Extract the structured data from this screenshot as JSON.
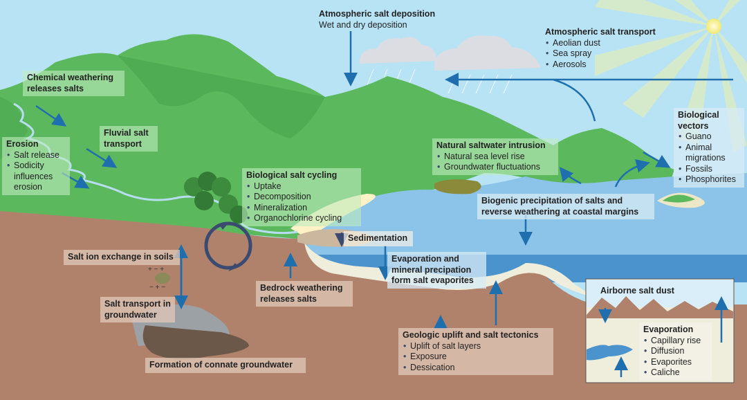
{
  "diagram": {
    "title": "Natural salt cycle processes",
    "labels": {
      "atmospheric_deposition": {
        "title": "Atmospheric salt deposition",
        "subtitle": "Wet and dry deposition"
      },
      "atmospheric_transport": {
        "title": "Atmospheric salt transport",
        "items": [
          "Aeolian dust",
          "Sea spray",
          "Aerosols"
        ]
      },
      "chemical_weathering": {
        "title": "Chemical weathering releases salts"
      },
      "fluvial_transport": {
        "title": "Fluvial salt transport"
      },
      "erosion": {
        "title": "Erosion",
        "items": [
          "Salt release",
          "Sodicity influences erosion"
        ]
      },
      "biological_cycling": {
        "title": "Biological salt cycling",
        "items": [
          "Uptake",
          "Decomposition",
          "Mineralization",
          "Organochlorine cycling"
        ]
      },
      "saltwater_intrusion": {
        "title": "Natural saltwater intrusion",
        "items": [
          "Natural sea level rise",
          "Groundwater fluctuations"
        ]
      },
      "biological_vectors": {
        "title": "Biological vectors",
        "items": [
          "Guano",
          "Animal migrations",
          "Fossils",
          "Phosphorites"
        ]
      },
      "biogenic_precipitation": {
        "title": "Biogenic precipitation of salts and reverse weathering at coastal margins"
      },
      "sedimentation": {
        "title": "Sedimentation"
      },
      "evaporation_precipitation": {
        "title": "Evaporation and mineral precipation form salt evaporites"
      },
      "ion_exchange": {
        "title": "Salt ion exchange in soils"
      },
      "groundwater_transport": {
        "title": "Salt transport in groundwater"
      },
      "bedrock_weathering": {
        "title": "Bedrock weathering releases salts"
      },
      "connate_groundwater": {
        "title": "Formation of connate groundwater"
      },
      "geologic_uplift": {
        "title": "Geologic uplift and salt tectonics",
        "items": [
          "Uplift of salt layers",
          "Exposure",
          "Dessication"
        ]
      },
      "inset": {
        "airborne_dust": {
          "title": "Airborne salt dust"
        },
        "evaporation": {
          "title": "Evaporation",
          "items": [
            "Capillary rise",
            "Diffusion",
            "Evaporites",
            "Caliche"
          ]
        }
      }
    },
    "colors": {
      "sky": "#b8e3f5",
      "mountain_green": "#5cb85c",
      "dark_green": "#3f9a43",
      "soil": "#b0826b",
      "ocean": "#8cc3e8",
      "deep_ocean": "#4b93cc",
      "evaporite": "#efeddc",
      "arrow": "#1f6fae",
      "cycle_arrow": "#3a4a70",
      "sun": "#f5ef8a"
    }
  }
}
